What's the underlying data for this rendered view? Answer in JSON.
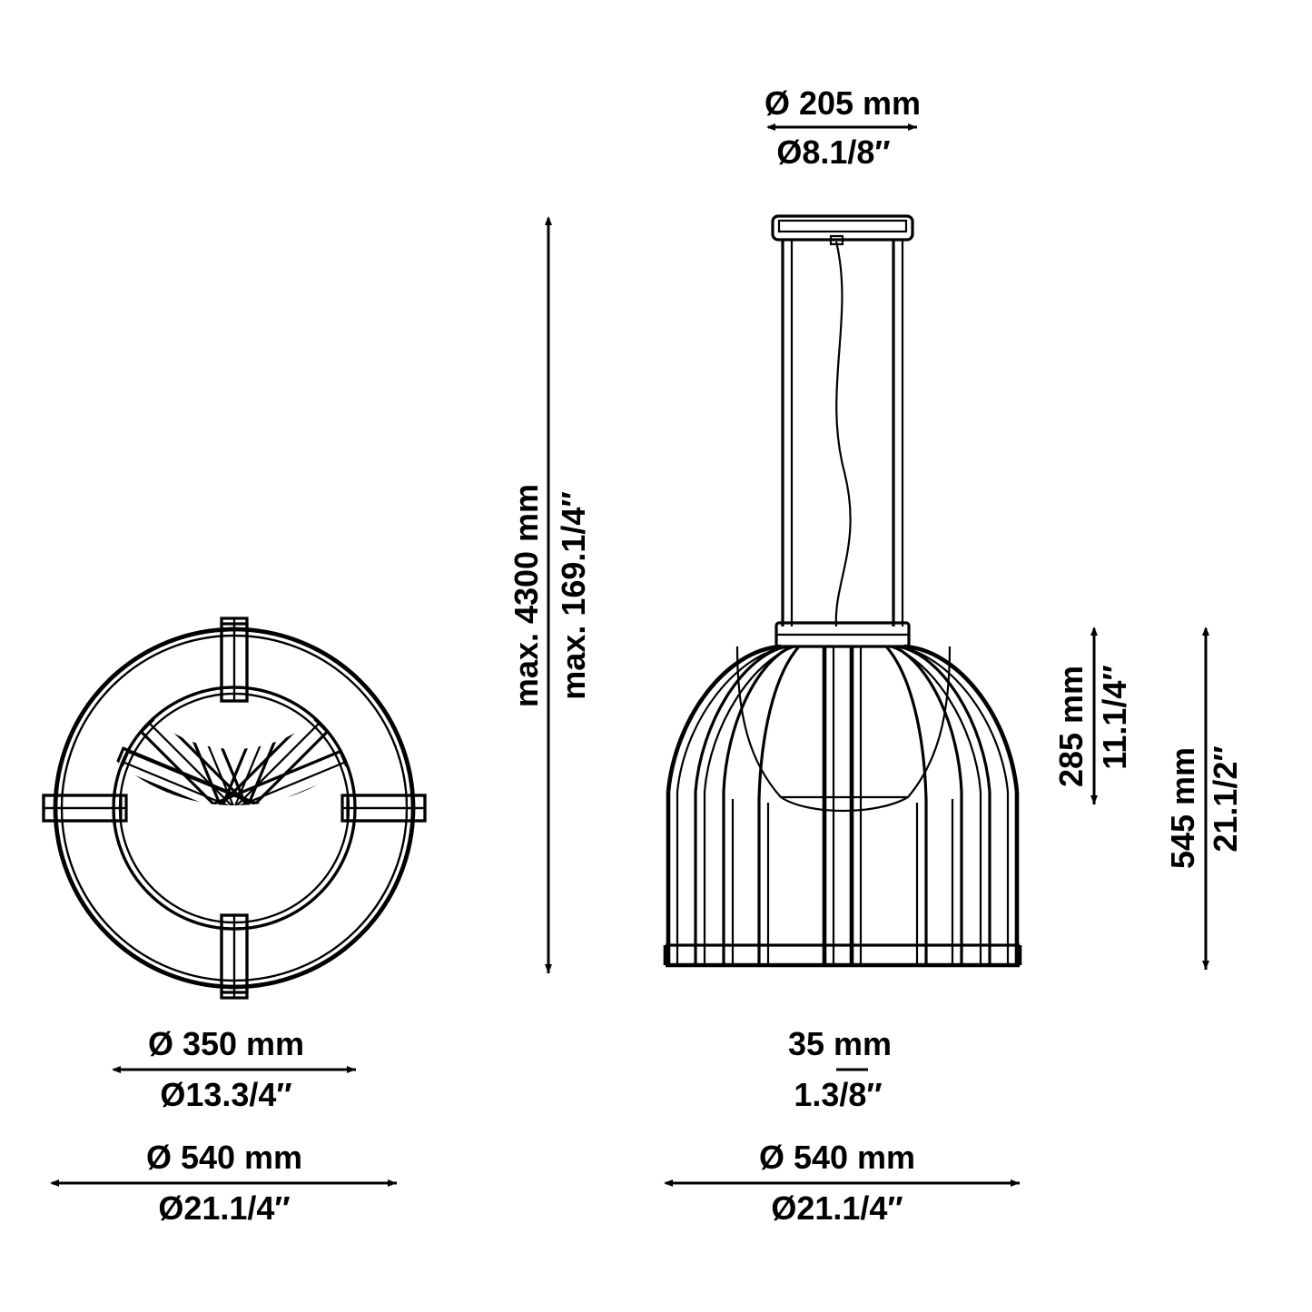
{
  "drawing": {
    "title": "Pendant lamp technical dimension drawing",
    "line_color": "#000000",
    "background_color": "#ffffff",
    "views": [
      {
        "name": "top-view",
        "description": "Plan view of circular cage ring with 16 radial spokes"
      },
      {
        "name": "front-view",
        "description": "Elevation of pendant cage lamp with ceiling canopy and suspension rods"
      }
    ]
  },
  "dimensions": {
    "canopy_diameter": {
      "id": "canopy-diameter",
      "mm": "Ø 205 mm",
      "inch": "Ø8.1/8″"
    },
    "max_drop": {
      "id": "max-drop",
      "mm": "max. 4300 mm",
      "inch": "max. 169.1/4″"
    },
    "shade_upper_height": {
      "id": "shade-upper-height",
      "mm": "285 mm",
      "inch": "11.1/4″"
    },
    "shade_total_height": {
      "id": "shade-total-height",
      "mm": "545 mm",
      "inch": "21.1/2″"
    },
    "inner_diameter": {
      "id": "inner-diameter",
      "mm": "Ø 350 mm",
      "inch": "Ø13.3/4″"
    },
    "outer_diameter_top": {
      "id": "outer-diameter-top-view",
      "mm": "Ø 540 mm",
      "inch": "Ø21.1/4″"
    },
    "bar_thickness": {
      "id": "bar-thickness",
      "mm": "35 mm",
      "inch": "1.3/8″"
    },
    "outer_diameter_front": {
      "id": "outer-diameter-front-view",
      "mm": "Ø 540 mm",
      "inch": "Ø21.1/4″"
    }
  }
}
